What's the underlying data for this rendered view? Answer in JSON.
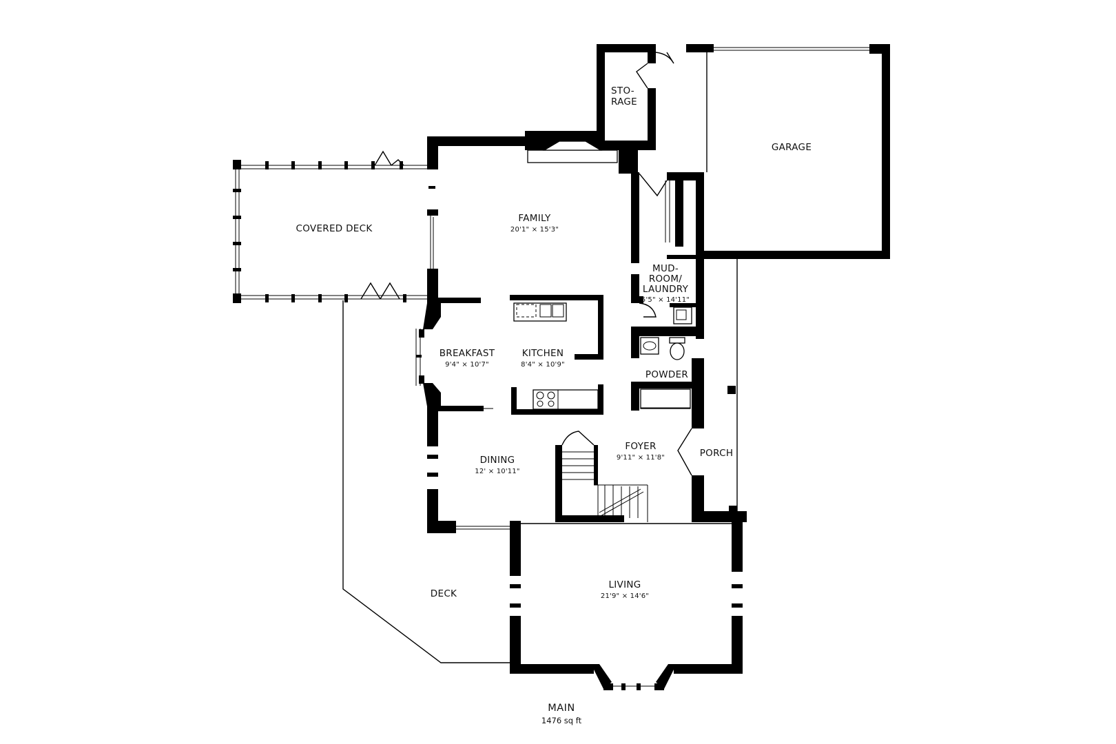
{
  "plan": {
    "floor_name": "MAIN",
    "area": "1476 sq ft"
  },
  "rooms": {
    "storage": {
      "name_line1": "STO-",
      "name_line2": "RAGE"
    },
    "garage": {
      "name": "GARAGE"
    },
    "covered_deck": {
      "name": "COVERED DECK"
    },
    "family": {
      "name": "FAMILY",
      "dims": "20'1\" × 15'3\""
    },
    "mudroom": {
      "name_line1": "MUD-",
      "name_line2": "ROOM/",
      "name_line3": "LAUNDRY",
      "dims": "5'5\" × 14'11\""
    },
    "breakfast": {
      "name": "BREAKFAST",
      "dims": "9'4\" × 10'7\""
    },
    "kitchen": {
      "name": "KITCHEN",
      "dims": "8'4\" × 10'9\""
    },
    "powder": {
      "name": "POWDER"
    },
    "foyer": {
      "name": "FOYER",
      "dims": "9'11\" × 11'8\""
    },
    "porch": {
      "name": "PORCH"
    },
    "dining": {
      "name": "DINING",
      "dims": "12' × 10'11\""
    },
    "deck": {
      "name": "DECK"
    },
    "living": {
      "name": "LIVING",
      "dims": "21'9\" × 14'6\""
    }
  }
}
